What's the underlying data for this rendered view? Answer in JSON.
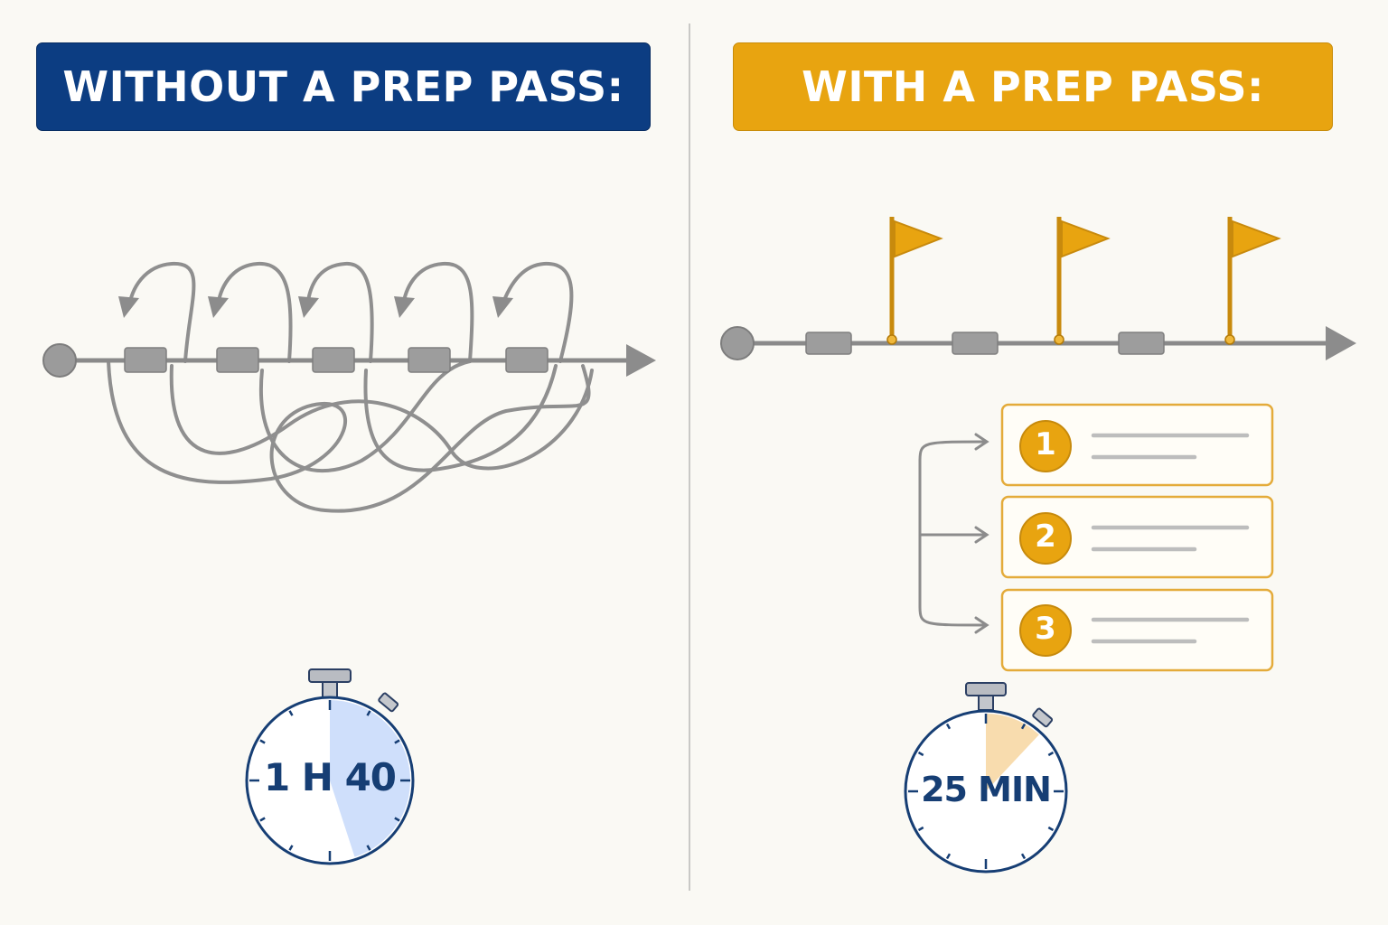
{
  "left": {
    "title": "WITHOUT A PREP PASS:",
    "timer_label": "1 H 40",
    "timer_fill": 0.45,
    "timer_fill_color": "#cfdffb"
  },
  "right": {
    "title": "WITH A PREP PASS:",
    "timer_label": "25 MIN",
    "timer_fill": 0.12,
    "timer_fill_color": "#f8dcae",
    "steps": [
      "1",
      "2",
      "3"
    ]
  },
  "colors": {
    "navy": "#0c3d82",
    "amber": "#e8a410",
    "gray": "#8c8c8c",
    "timer_ring": "#163e74"
  },
  "icons": [
    "timeline-start-node",
    "loop-arrow-icon",
    "flag-icon",
    "branch-arrow-icon",
    "stopwatch-icon"
  ]
}
